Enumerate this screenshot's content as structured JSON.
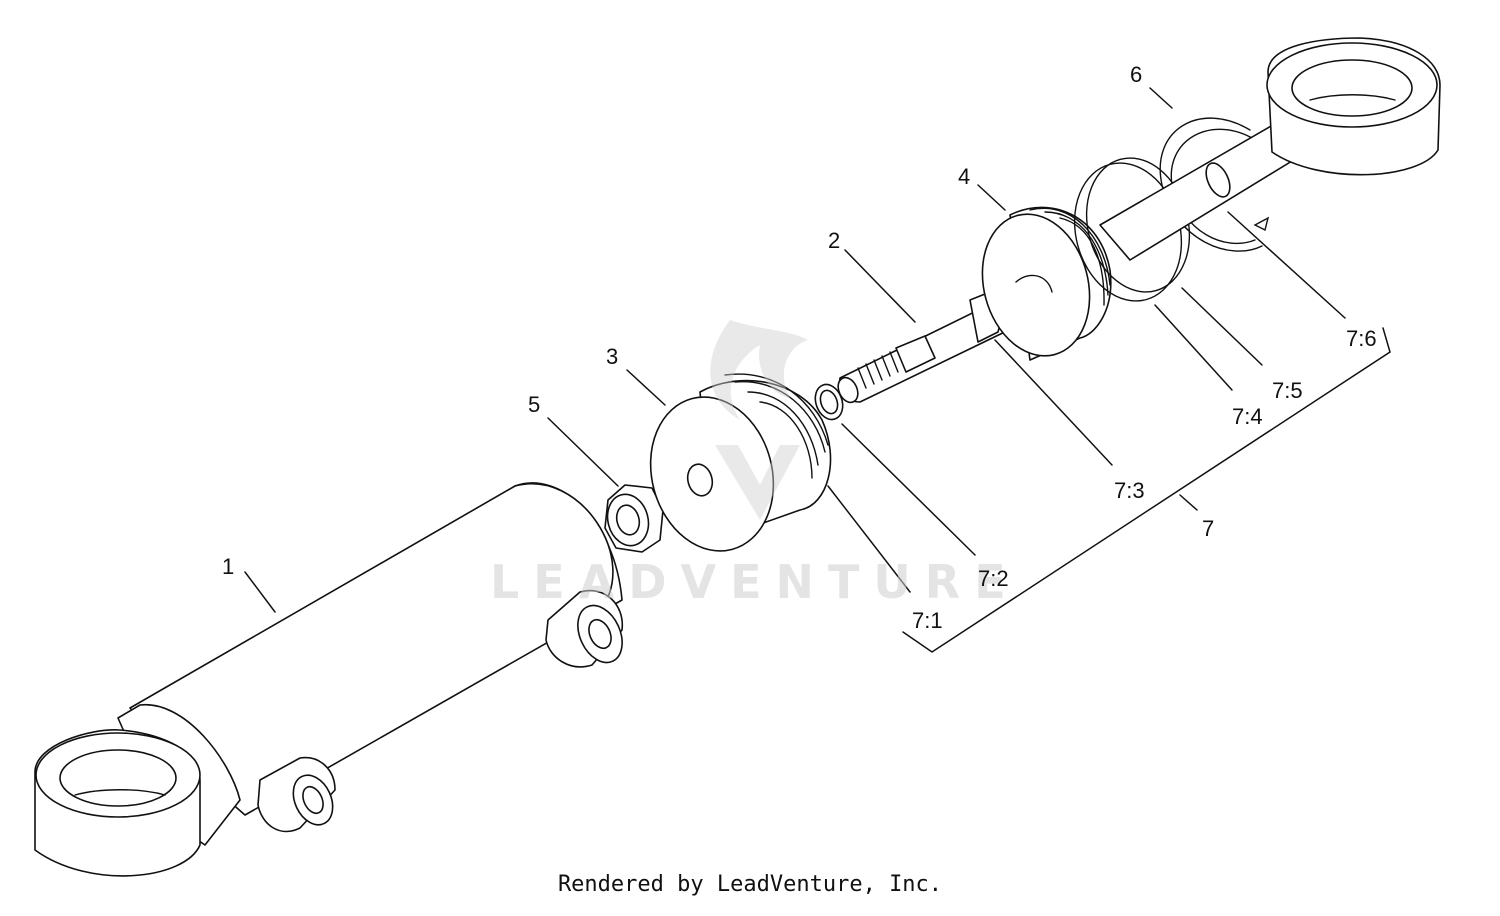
{
  "diagram": {
    "callouts": {
      "c1": "1",
      "c2": "2",
      "c3": "3",
      "c4": "4",
      "c5": "5",
      "c6": "6",
      "c7": "7",
      "c7_1": "7:1",
      "c7_2": "7:2",
      "c7_3": "7:3",
      "c7_4": "7:4",
      "c7_5": "7:5",
      "c7_6": "7:6"
    }
  },
  "watermark": {
    "text": "LEADVENTURE"
  },
  "footer": {
    "text": "Rendered by LeadVenture, Inc."
  }
}
